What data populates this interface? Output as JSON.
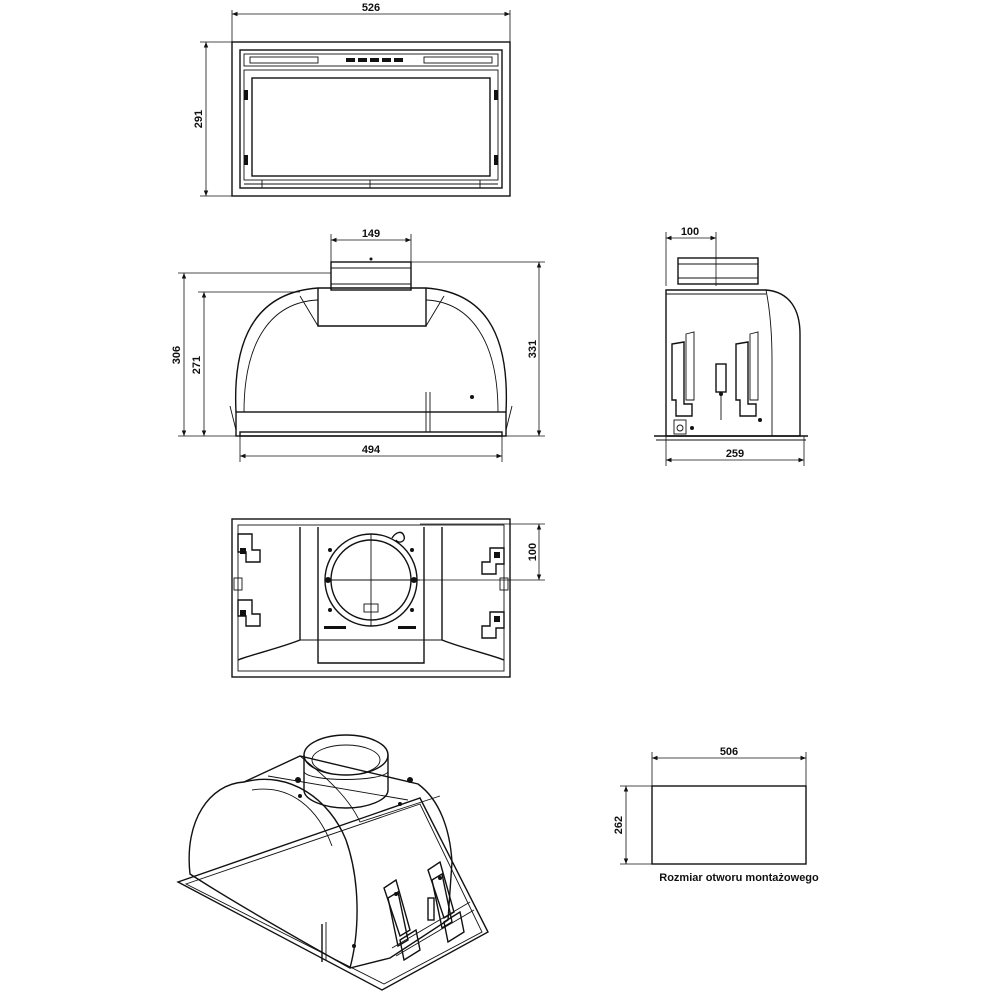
{
  "front_view": {
    "width": "526",
    "height": "291"
  },
  "side_view": {
    "duct_diameter": "149",
    "height_total": "331",
    "height_body": "306",
    "height_inner": "271",
    "base_width": "494"
  },
  "profile_view": {
    "duct_offset": "100",
    "depth": "259"
  },
  "top_view": {
    "duct_offset": "100"
  },
  "cutout": {
    "width": "506",
    "height": "262",
    "caption": "Rozmiar otworu montażowego"
  }
}
